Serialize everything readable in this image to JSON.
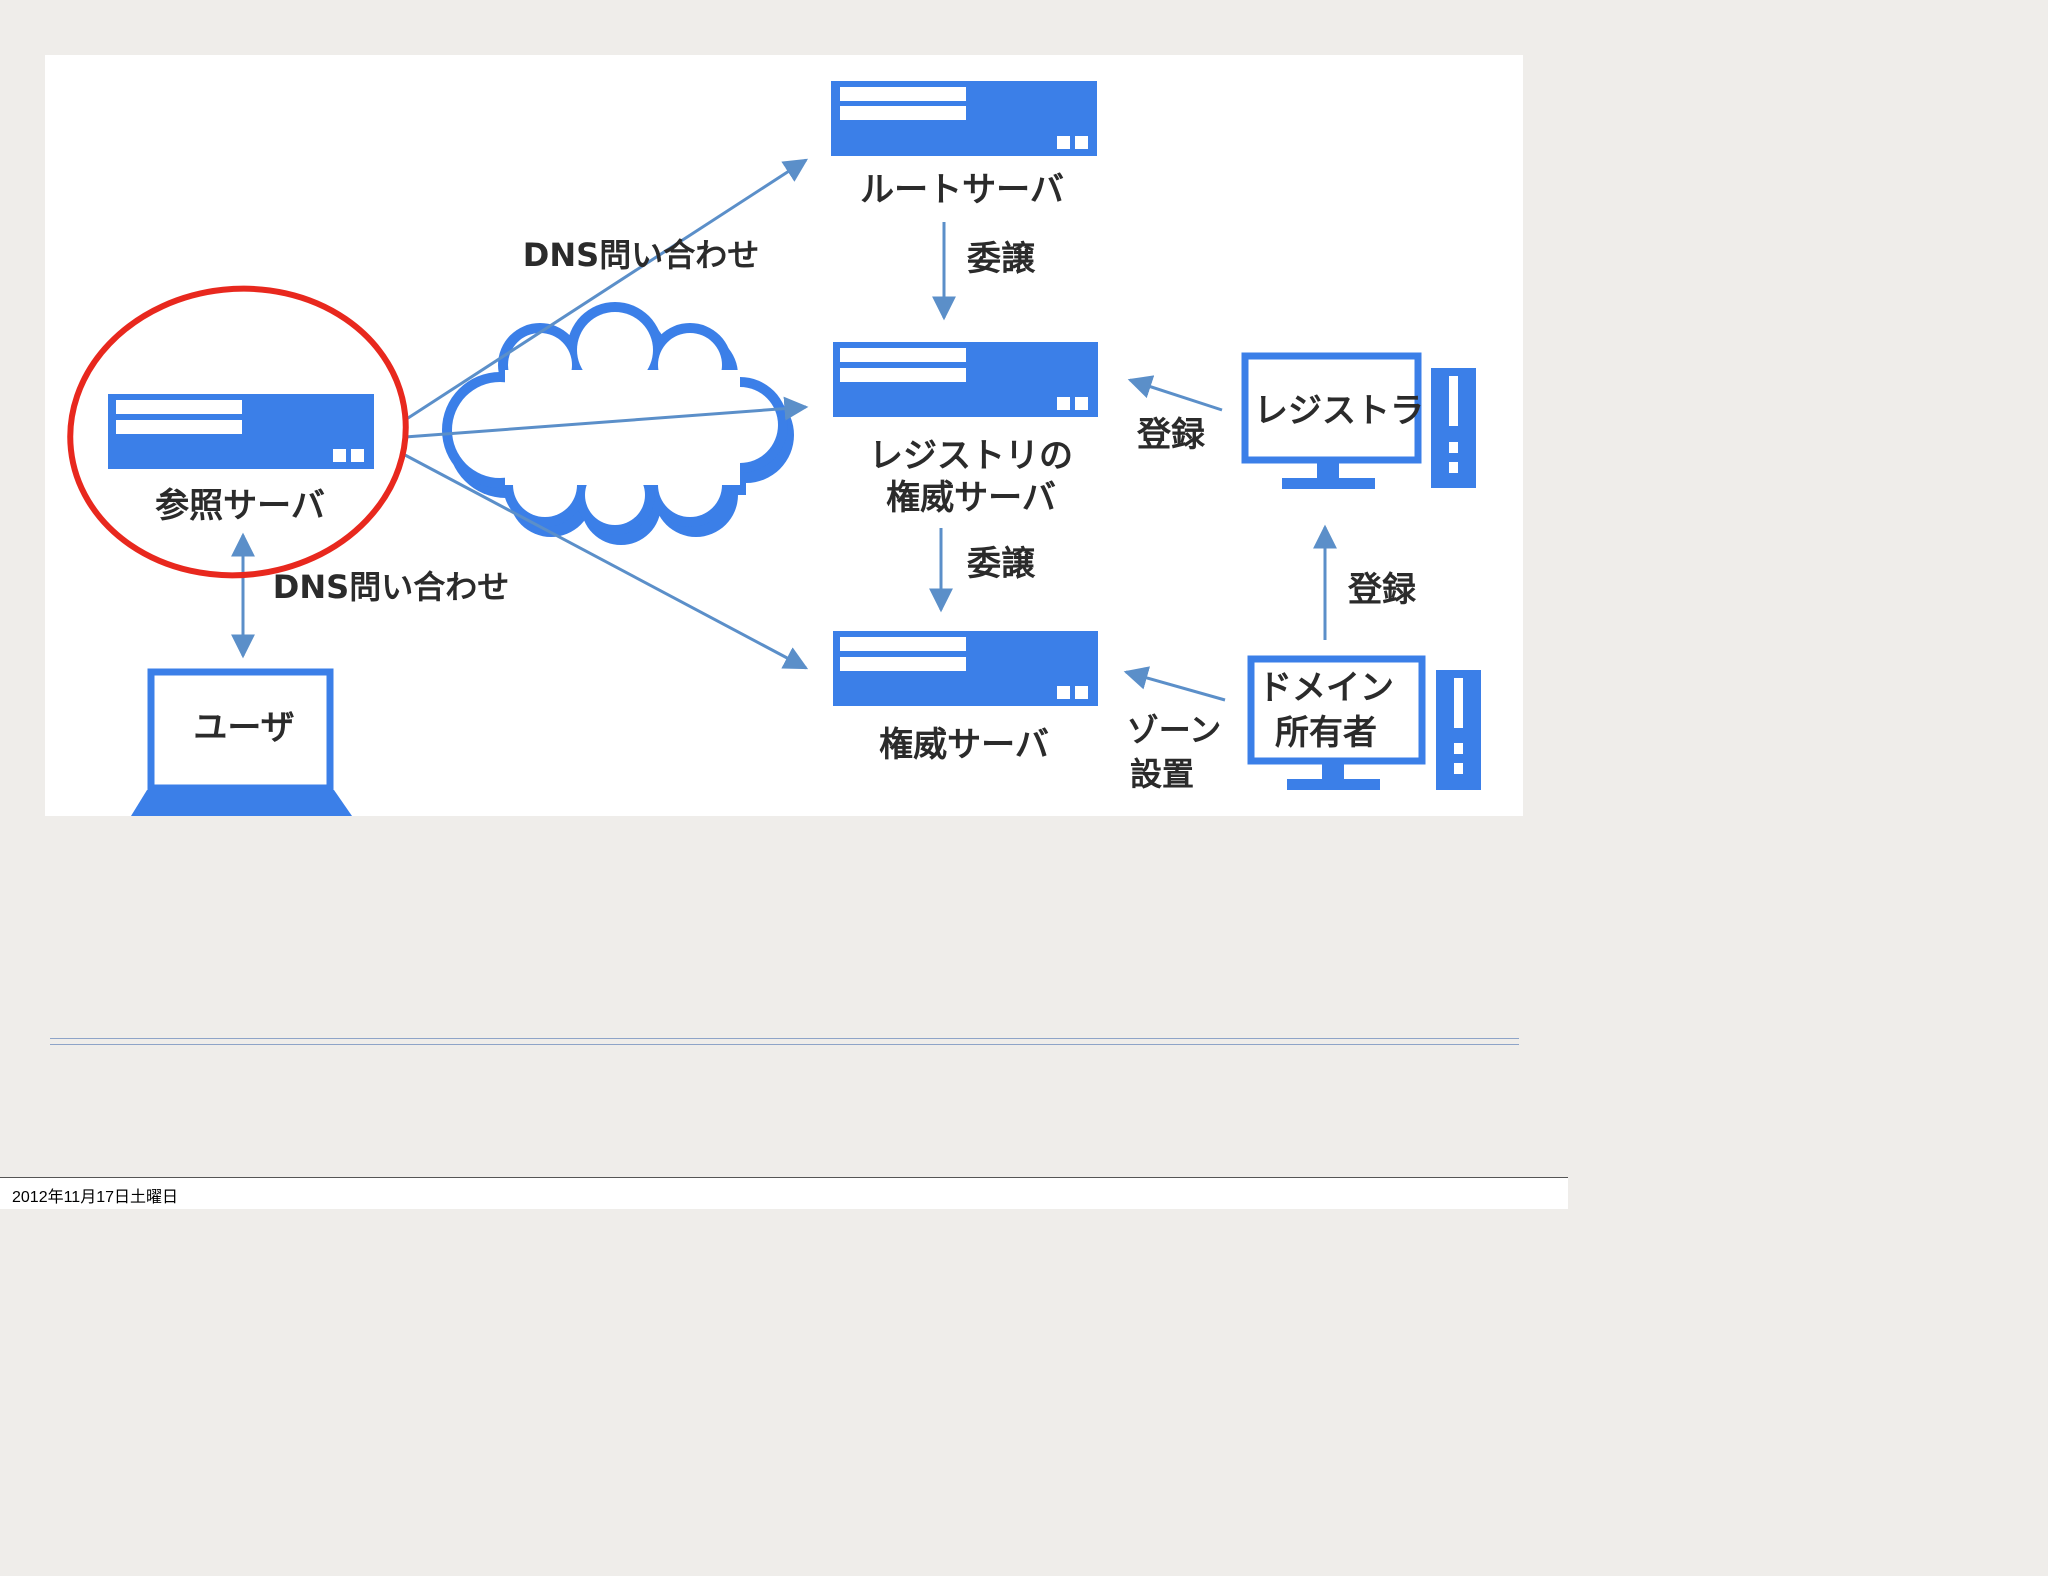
{
  "diagram": {
    "nodes": {
      "root_server": "ルートサーバ",
      "registry_auth_server_line1": "レジストリの",
      "registry_auth_server_line2": "権威サーバ",
      "auth_server": "権威サーバ",
      "ref_server": "参照サーバ",
      "user": "ユーザ",
      "registrar": "レジストラ",
      "domain_owner_line1": "ドメイン",
      "domain_owner_line2": "所有者"
    },
    "edges": {
      "dns_query_upper": "DNS問い合わせ",
      "dns_query_lower": "DNS問い合わせ",
      "delegation_upper": "委譲",
      "delegation_lower": "委譲",
      "register_left": "登録",
      "register_right": "登録",
      "zone_setup_line1": "ゾーン",
      "zone_setup_line2": "設置"
    },
    "colors": {
      "server_blue": "#3b7fe8",
      "arrow_blue": "#5b8fc9",
      "highlight_red": "#e8281e"
    },
    "highlight": "ref-server"
  },
  "footer": {
    "date": "2012年11月17日土曜日"
  }
}
